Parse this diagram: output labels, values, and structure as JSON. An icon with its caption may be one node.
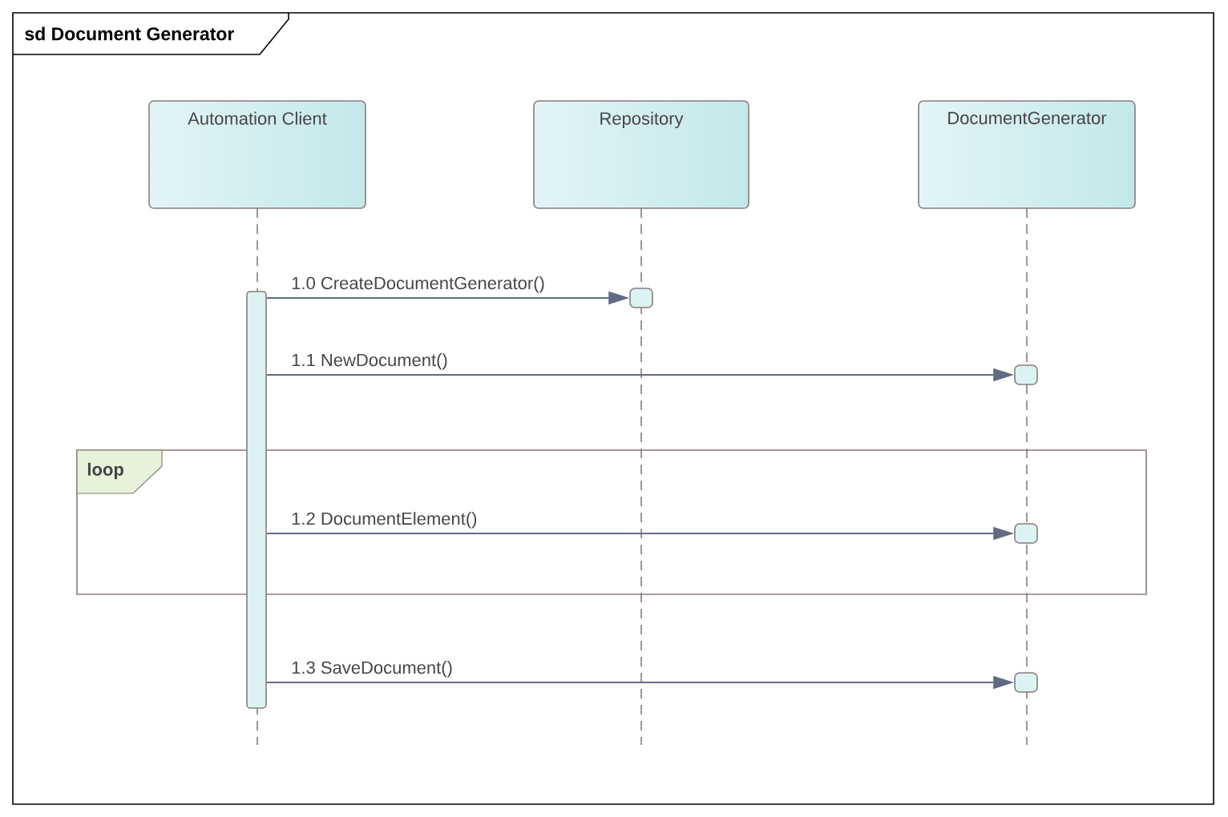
{
  "diagram": {
    "nodes": [
      {
        "text": [
          "sd Document Generator"
        ]
      },
      {
        "text": [
          "Automation Client"
        ],
        "in": 0
      },
      {
        "text": [
          "Repository"
        ],
        "in": 0
      },
      {
        "text": [
          "DocumentGenerator"
        ],
        "in": 0
      },
      {
        "text": [
          "loop"
        ],
        "in": 0
      },
      {
        "text": [],
        "shape": "bar",
        "in": 0
      },
      {
        "text": [],
        "shape": "box",
        "in": 0
      },
      {
        "text": [],
        "shape": "box",
        "in": 0
      },
      {
        "text": [],
        "shape": "box",
        "in": 4
      },
      {
        "text": [],
        "shape": "box",
        "in": 0
      }
    ],
    "edges": [
      {
        "from": 5,
        "to": 6,
        "arrow": "to",
        "label": "1.0 CreateDocumentGenerator()"
      },
      {
        "from": 5,
        "to": 7,
        "arrow": "to",
        "label": "1.1 NewDocument()"
      },
      {
        "from": 5,
        "to": 8,
        "arrow": "to",
        "label": "1.2 DocumentElement()"
      },
      {
        "from": 5,
        "to": 9,
        "arrow": "to",
        "label": "1.3 SaveDocument()"
      }
    ]
  }
}
